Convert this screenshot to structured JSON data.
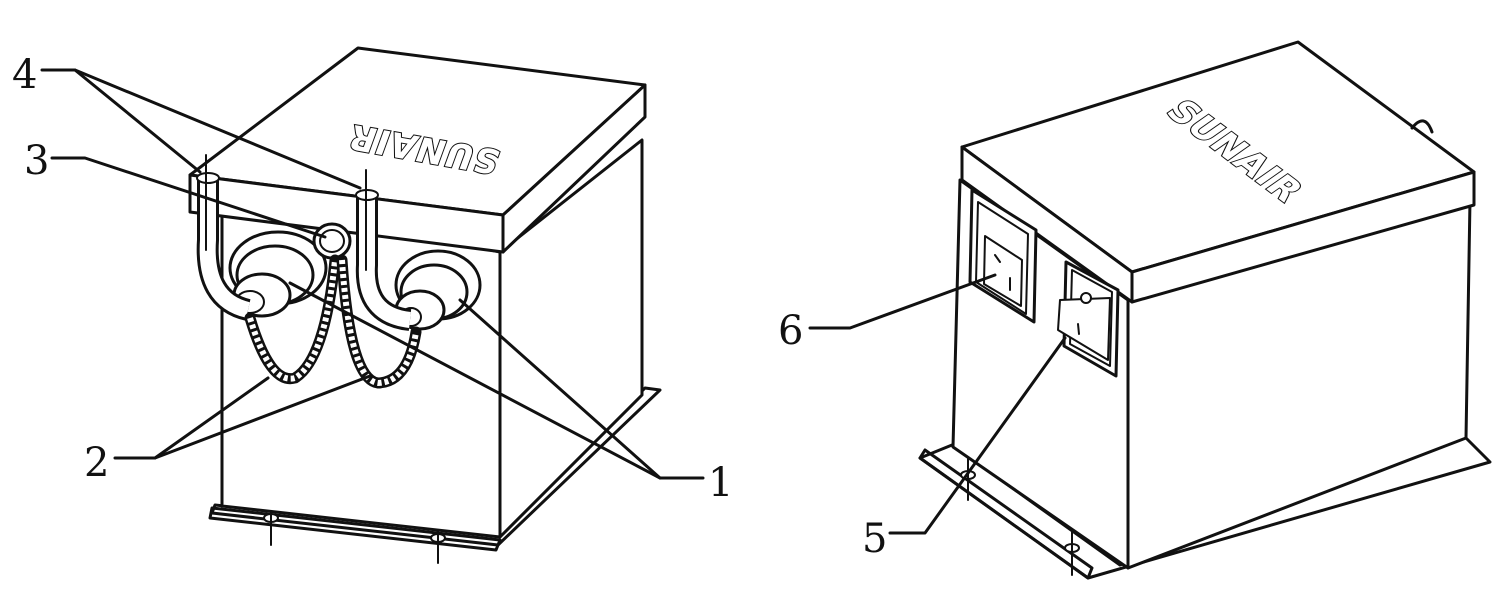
{
  "figure": {
    "left_unit": {
      "brand_text": "SUNAIR",
      "callouts": {
        "c1": "1",
        "c2": "2",
        "c3": "3",
        "c4": "4"
      }
    },
    "right_unit": {
      "brand_text": "SUNAIR",
      "callouts": {
        "c5": "5",
        "c6": "6"
      }
    }
  }
}
